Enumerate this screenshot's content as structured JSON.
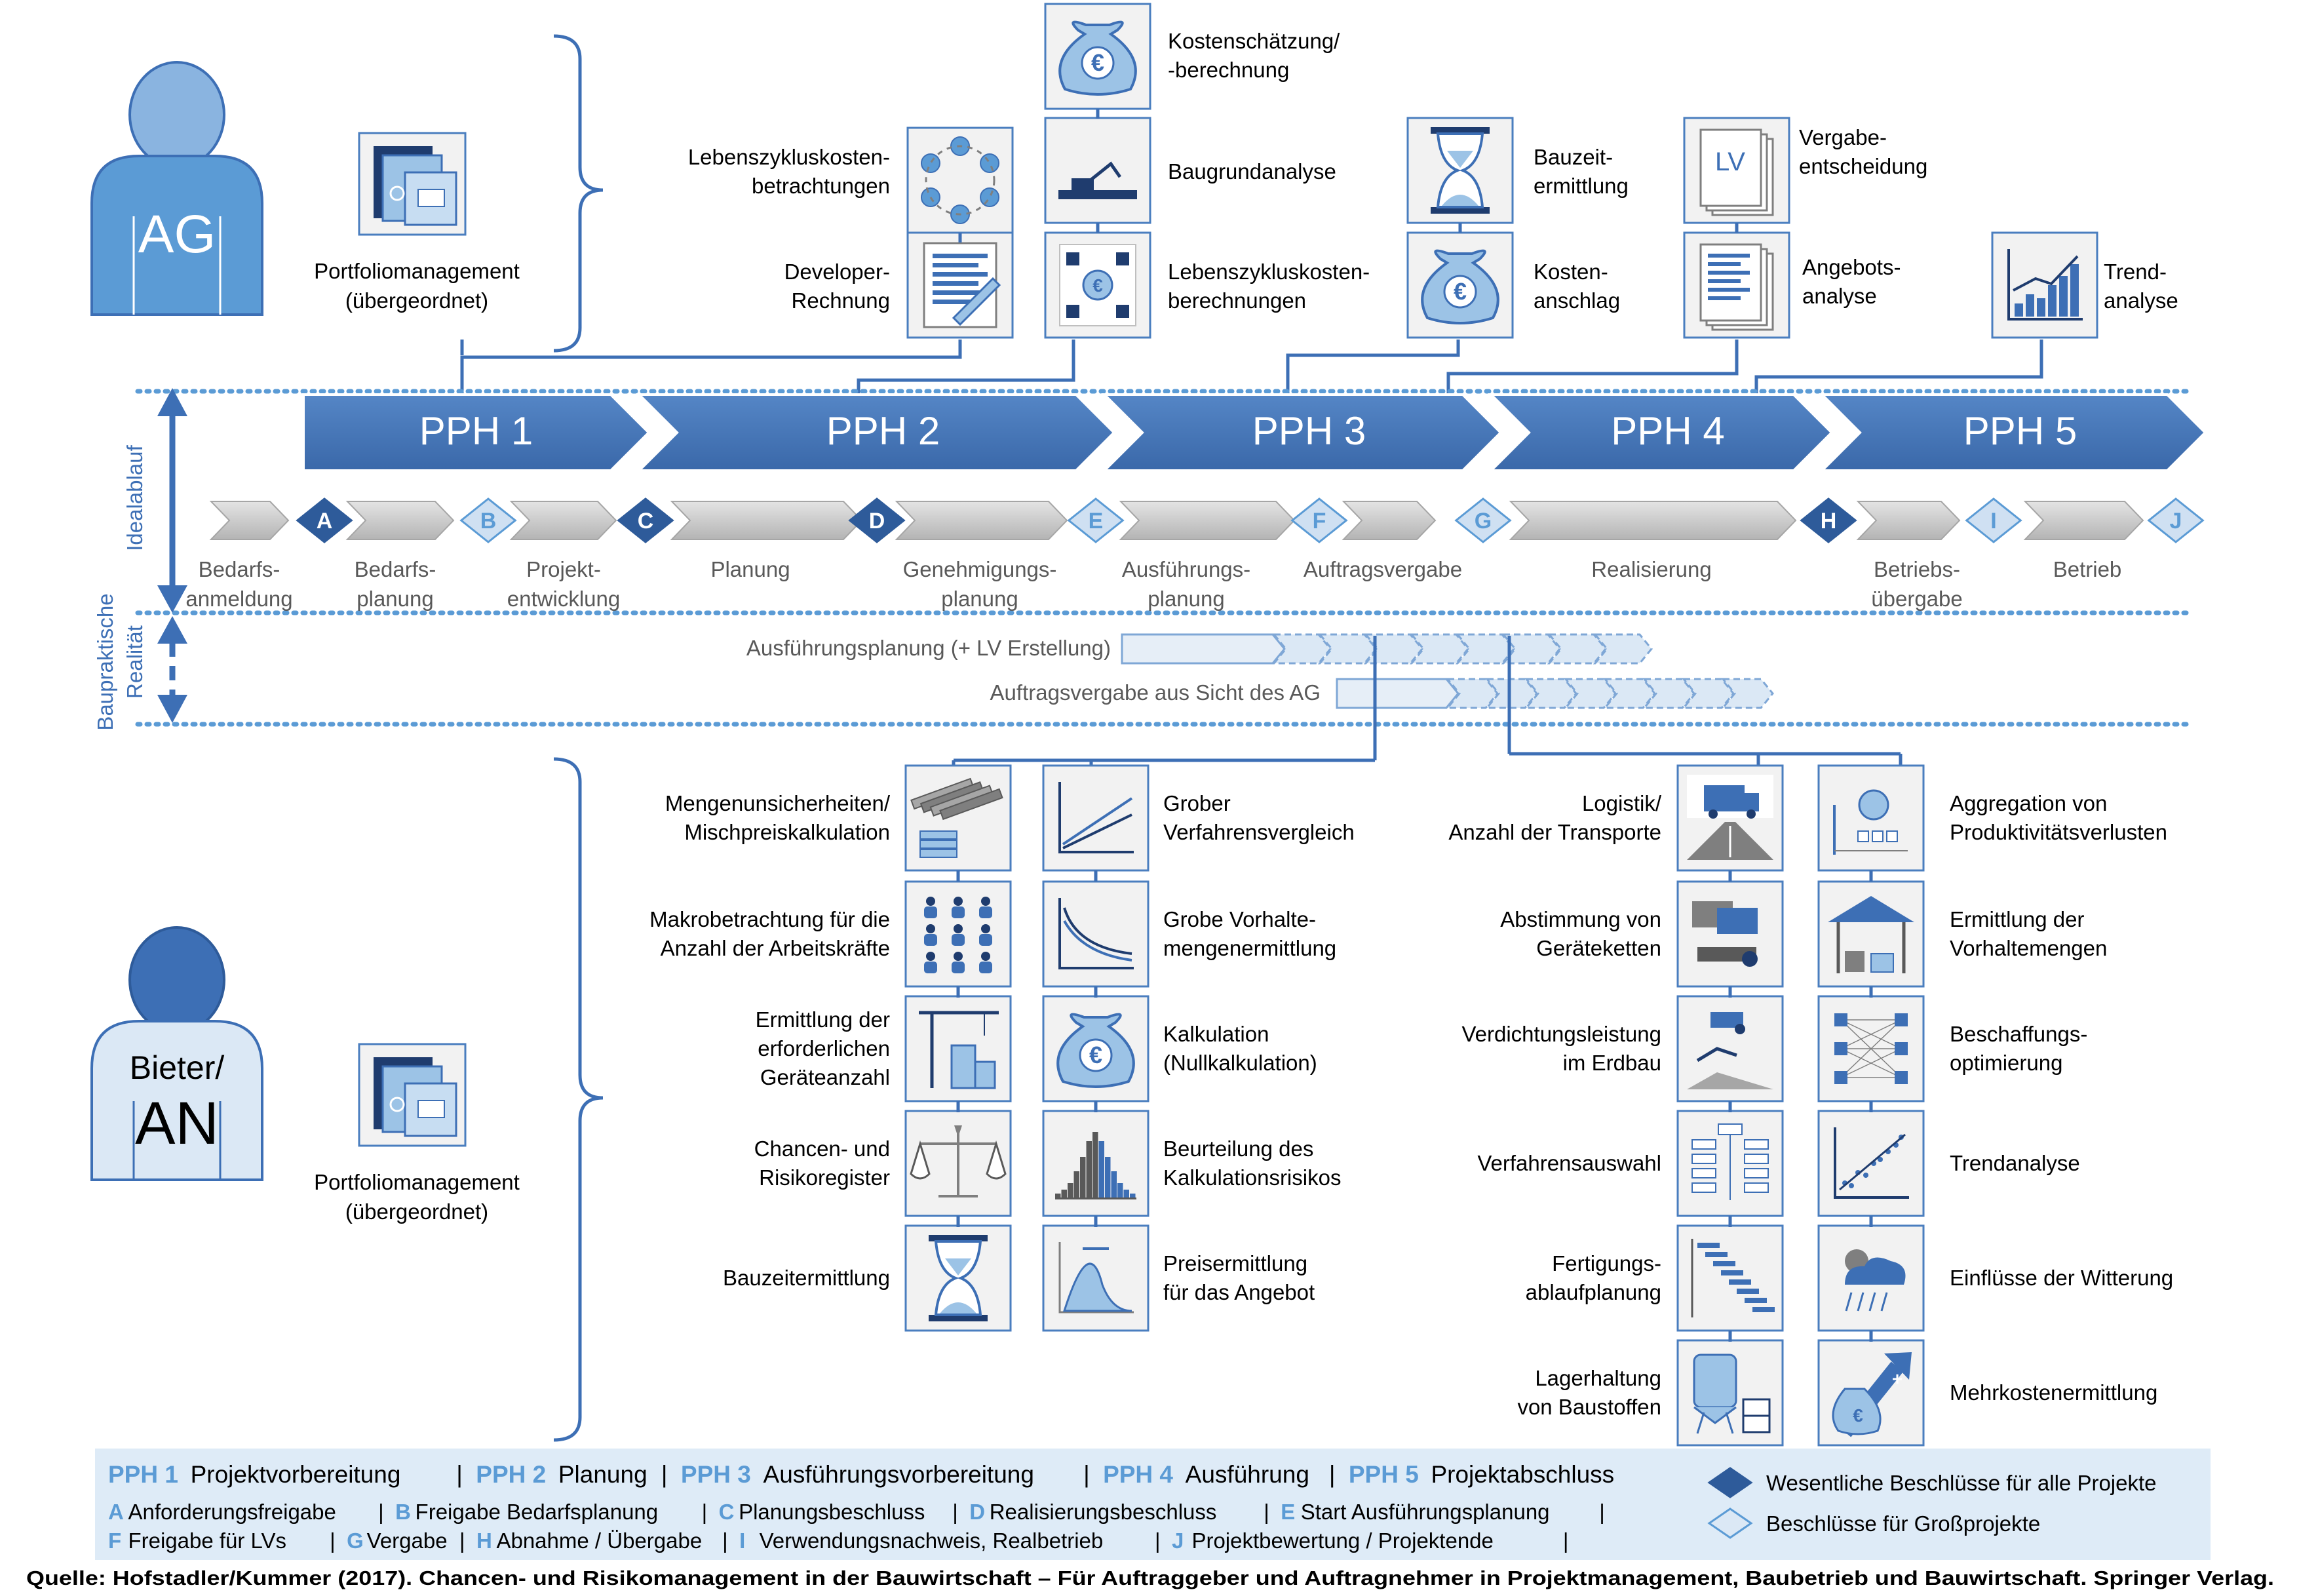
{
  "ag": {
    "role_label": "AG",
    "portfolio": [
      "Portfoliomanagement",
      "(übergeordnet)"
    ],
    "tasks": [
      {
        "lines": [
          "Lebenszykluskosten-",
          "betrachtungen"
        ],
        "icon": "lifecycle-cycle-icon"
      },
      {
        "lines": [
          "Developer-",
          "Rechnung"
        ],
        "icon": "document-pencil-icon"
      },
      {
        "lines": [
          "Kostenschätzung/",
          "-berechnung"
        ],
        "icon": "money-bag-icon"
      },
      {
        "lines": [
          "Baugrundanalyse"
        ],
        "icon": "excavator-ground-icon"
      },
      {
        "lines": [
          "Lebenszykluskosten-",
          "berechnungen"
        ],
        "icon": "construction-costs-icon"
      },
      {
        "lines": [
          "Bauzeit-",
          "ermittlung"
        ],
        "icon": "hourglass-icon"
      },
      {
        "lines": [
          "Kosten-",
          "anschlag"
        ],
        "icon": "money-bag-icon"
      },
      {
        "lines": [
          "Vergabe-",
          "entscheidung"
        ],
        "icon": "lv-documents-icon"
      },
      {
        "lines": [
          "Angebots-",
          "analyse"
        ],
        "icon": "document-stack-icon"
      },
      {
        "lines": [
          "Trend-",
          "analyse"
        ],
        "icon": "trend-chart-icon"
      }
    ]
  },
  "phases": [
    "PPH 1",
    "PPH 2",
    "PPH 3",
    "PPH 4",
    "PPH 5"
  ],
  "axis": {
    "ideal": "Idealablauf",
    "real": [
      "Baupraktische",
      "Realität"
    ]
  },
  "gates": [
    "A",
    "B",
    "C",
    "D",
    "E",
    "F",
    "G",
    "H",
    "I",
    "J"
  ],
  "steps": [
    [
      "Bedarfs-",
      "anmeldung"
    ],
    [
      "Bedarfs-",
      "planung"
    ],
    [
      "Projekt-",
      "entwicklung"
    ],
    [
      "Planung"
    ],
    [
      "Genehmigungs-",
      "planung"
    ],
    [
      "Ausführungs-",
      "planung"
    ],
    [
      "Auftragsvergabe"
    ],
    [
      "Realisierung"
    ],
    [
      "Betriebs-",
      "übergabe"
    ],
    [
      "Betrieb"
    ]
  ],
  "practice": {
    "row1": "Ausführungsplanung (+ LV Erstellung)",
    "row2": "Auftragsvergabe aus Sicht des AG"
  },
  "an": {
    "role_label_1": "Bieter/",
    "role_label_2": "AN",
    "portfolio": [
      "Portfoliomanagement",
      "(übergeordnet)"
    ],
    "col1": [
      {
        "lines": [
          "Mengenunsicherheiten/",
          "Mischpreiskalkulation"
        ],
        "icon": "steel-profiles-icon"
      },
      {
        "lines": [
          "Makrobetrachtung für die",
          "Anzahl der Arbeitskräfte"
        ],
        "icon": "workers-icon"
      },
      {
        "lines": [
          "Ermittlung der",
          "erforderlichen",
          "Geräteanzahl"
        ],
        "icon": "crane-icon"
      },
      {
        "lines": [
          "Chancen- und",
          "Risikoregister"
        ],
        "icon": "scale-icon"
      },
      {
        "lines": [
          "Bauzeitermittlung"
        ],
        "icon": "hourglass-icon"
      }
    ],
    "col2": [
      {
        "lines": [
          "Grober",
          "Verfahrensvergleich"
        ],
        "icon": "line-chart-icon"
      },
      {
        "lines": [
          "Grobe Vorhalte-",
          "mengenermittlung"
        ],
        "icon": "decay-curve-icon"
      },
      {
        "lines": [
          "Kalkulation",
          "(Nullkalkulation)"
        ],
        "icon": "money-bag-icon"
      },
      {
        "lines": [
          "Beurteilung des",
          "Kalkulationsrisikos"
        ],
        "icon": "histogram-icon"
      },
      {
        "lines": [
          "Preisermittlung",
          "für das Angebot"
        ],
        "icon": "distribution-icon"
      }
    ],
    "col3": [
      {
        "lines": [
          "Logistik/",
          "Anzahl der Transporte"
        ],
        "icon": "truck-road-icon"
      },
      {
        "lines": [
          "Abstimmung von",
          "Geräteketten"
        ],
        "icon": "equipment-chain-icon"
      },
      {
        "lines": [
          "Verdichtungsleistung",
          "im Erdbau"
        ],
        "icon": "earthwork-icon"
      },
      {
        "lines": [
          "Verfahrensauswahl"
        ],
        "icon": "flowchart-icon"
      },
      {
        "lines": [
          "Fertigungs-",
          "ablaufplanung"
        ],
        "icon": "gantt-icon"
      },
      {
        "lines": [
          "Lagerhaltung",
          "von Baustoffen"
        ],
        "icon": "silo-icon"
      }
    ],
    "col4": [
      {
        "lines": [
          "Aggregation von",
          "Produktivitätsverlusten"
        ],
        "icon": "productivity-icon"
      },
      {
        "lines": [
          "Ermittlung der",
          "Vorhaltemengen"
        ],
        "icon": "shelter-icon"
      },
      {
        "lines": [
          "Beschaffungs-",
          "optimierung"
        ],
        "icon": "network-icon"
      },
      {
        "lines": [
          "Trendanalyse"
        ],
        "icon": "scatter-trend-icon"
      },
      {
        "lines": [
          "Einflüsse der Witterung"
        ],
        "icon": "weather-icon"
      },
      {
        "lines": [
          "Mehrkostenermittlung"
        ],
        "icon": "cost-increase-icon"
      }
    ]
  },
  "legend": {
    "phases": [
      {
        "code": "PPH 1",
        "text": "Projektvorbereitung"
      },
      {
        "code": "PPH 2",
        "text": "Planung"
      },
      {
        "code": "PPH 3",
        "text": "Ausführungsvorbereitung"
      },
      {
        "code": "PPH 4",
        "text": "Ausführung"
      },
      {
        "code": "PPH 5",
        "text": "Projektabschluss"
      }
    ],
    "gates_line1": [
      {
        "code": "A",
        "text": "Anforderungsfreigabe"
      },
      {
        "code": "B",
        "text": "Freigabe Bedarfsplanung"
      },
      {
        "code": "C",
        "text": "Planungsbeschluss"
      },
      {
        "code": "D",
        "text": "Realisierungsbeschluss"
      },
      {
        "code": "E",
        "text": "Start Ausführungsplanung"
      }
    ],
    "gates_line2": [
      {
        "code": "F",
        "text": "Freigabe für LVs"
      },
      {
        "code": "G",
        "text": "Vergabe"
      },
      {
        "code": "H",
        "text": "Abnahme / Übergabe"
      },
      {
        "code": "I",
        "text": "Verwendungsnachweis, Realbetrieb"
      },
      {
        "code": "J",
        "text": "Projektbewertung / Projektende"
      }
    ],
    "key_major": "Wesentliche Beschlüsse für alle Projekte",
    "key_large": "Beschlüsse für Großprojekte"
  },
  "source": "Quelle: Hofstadler/Kummer (2017). Chancen- und Risikomanagement in der Bauwirtschaft – Für Auftraggeber und Auftragnehmer in Projektmanagement, Baubetrieb und Bauwirtschaft. Springer Verlag.",
  "colors": {
    "dark_blue": "#3d6fb5",
    "mid_blue": "#4a7ebf",
    "light_blue": "#5b9bd5",
    "pale_blue": "#dbe8f5",
    "legend_bg": "#deebf7",
    "gray_chevron": "#c9c9c9",
    "gray_text": "#595959",
    "icon_fill": "#f2f2f2"
  }
}
